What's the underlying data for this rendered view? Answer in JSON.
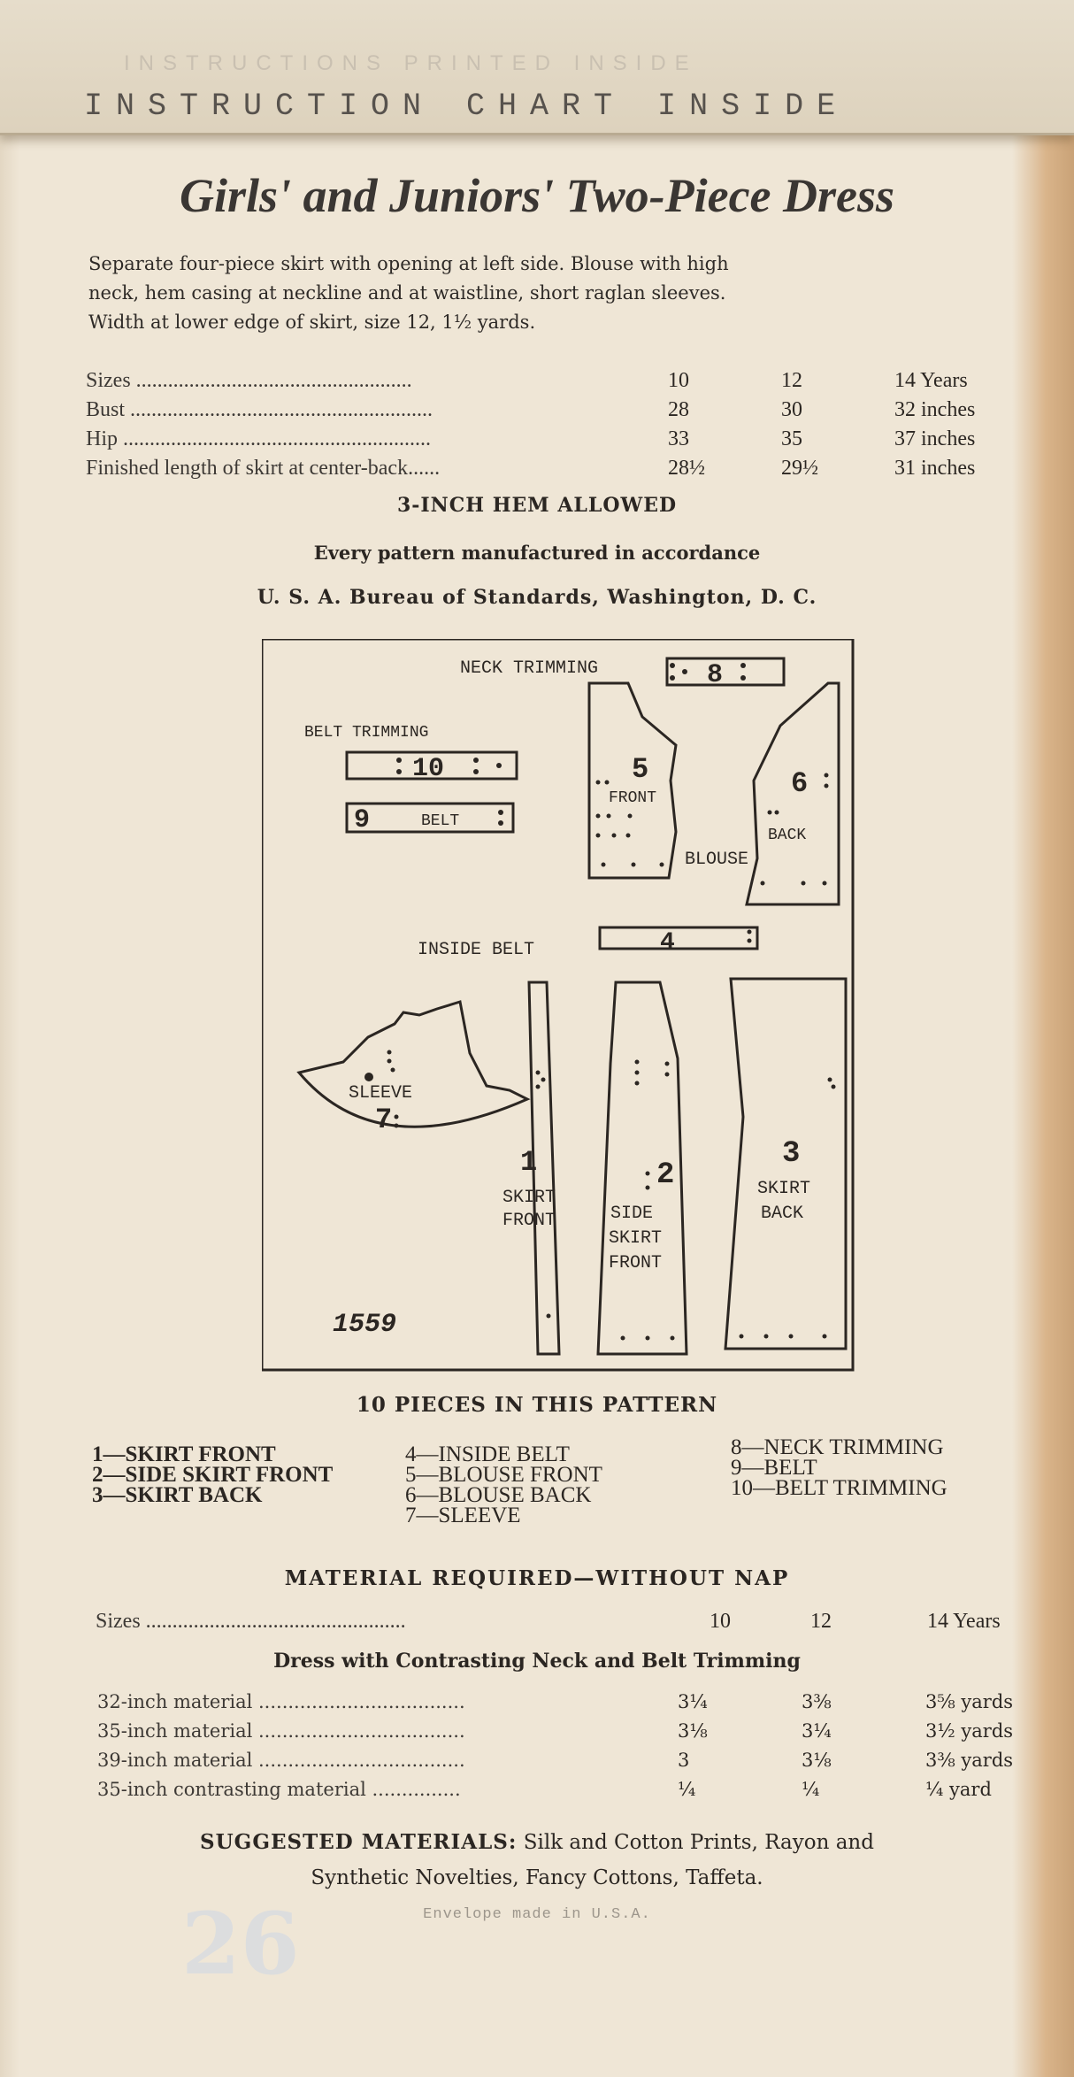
{
  "banner": {
    "faint_text": "INSTRUCTIONS PRINTED INSIDE",
    "text": "INSTRUCTION CHART INSIDE"
  },
  "title": "Girls' and Juniors' Two-Piece Dress",
  "description": [
    "Separate four-piece skirt with opening at left side.  Blouse with high",
    "neck, hem casing at neckline and at waistline, short raglan sleeves.",
    "Width at lower edge of skirt, size 12, 1½ yards."
  ],
  "size_table": {
    "rows": [
      {
        "label": "Sizes",
        "v1": "10",
        "v2": "12",
        "v3": "14 Years"
      },
      {
        "label": "Bust",
        "v1": "28",
        "v2": "30",
        "v3": "32 inches"
      },
      {
        "label": "Hip",
        "v1": "33",
        "v2": "35",
        "v3": "37 inches"
      },
      {
        "label": "Finished length of skirt at center-back",
        "v1": "28½",
        "v2": "29½",
        "v3": "31 inches"
      }
    ]
  },
  "hem_note": "3-INCH HEM ALLOWED",
  "standards_line1": "Every pattern manufactured in accordance",
  "standards_line2": "U. S. A. Bureau of Standards, Washington, D. C.",
  "diagram": {
    "pattern_number": "1559",
    "labels": {
      "neck_trimming": "NECK TRIMMING",
      "belt_trimming": "BELT TRIMMING",
      "belt": "BELT",
      "front": "FRONT",
      "back": "BACK",
      "blouse": "BLOUSE",
      "inside_belt": "INSIDE BELT",
      "sleeve": "SLEEVE",
      "skirt": "SKIRT",
      "skirt_front_2": "FRONT",
      "side": "SIDE",
      "side_skirt": "SKIRT",
      "side_front": "FRONT",
      "skirt_back_1": "SKIRT",
      "skirt_back_2": "BACK"
    },
    "numbers": {
      "n1": "1",
      "n2": "2",
      "n3": "3",
      "n4": "4",
      "n5": "5",
      "n6": "6",
      "n7": "7",
      "n8": "8",
      "n9": "9",
      "n10": "10"
    }
  },
  "pieces_heading": "10 PIECES IN THIS PATTERN",
  "pieces": {
    "col1": [
      "1—SKIRT FRONT",
      "2—SIDE SKIRT FRONT",
      "3—SKIRT BACK"
    ],
    "col2": [
      "4—INSIDE BELT",
      "5—BLOUSE FRONT",
      "6—BLOUSE BACK",
      "7—SLEEVE"
    ],
    "col3": [
      "8—NECK TRIMMING",
      "9—BELT",
      "10—BELT TRIMMING"
    ]
  },
  "material_heading": "MATERIAL REQUIRED—WITHOUT NAP",
  "material_sizes": {
    "label": "Sizes",
    "v1": "10",
    "v2": "12",
    "v3": "14 Years"
  },
  "dress_heading": "Dress with Contrasting Neck and Belt Trimming",
  "material_rows": [
    {
      "label": "32-inch material",
      "v1": "3¼",
      "v2": "3⅜",
      "v3": "3⅝ yards"
    },
    {
      "label": "35-inch material",
      "v1": "3⅛",
      "v2": "3¼",
      "v3": "3½ yards"
    },
    {
      "label": "39-inch material",
      "v1": "3",
      "v2": "3⅛",
      "v3": "3⅜ yards"
    },
    {
      "label": "35-inch contrasting material",
      "v1": "¼",
      "v2": "¼",
      "v3": "¼ yard"
    }
  ],
  "suggested": {
    "label": "SUGGESTED MATERIALS:",
    "text1": "Silk and Cotton Prints, Rayon and",
    "text2": "Synthetic Novelties, Fancy Cottons, Taffeta."
  },
  "made_in": "Envelope made in U.S.A.",
  "ghost_number": "26"
}
